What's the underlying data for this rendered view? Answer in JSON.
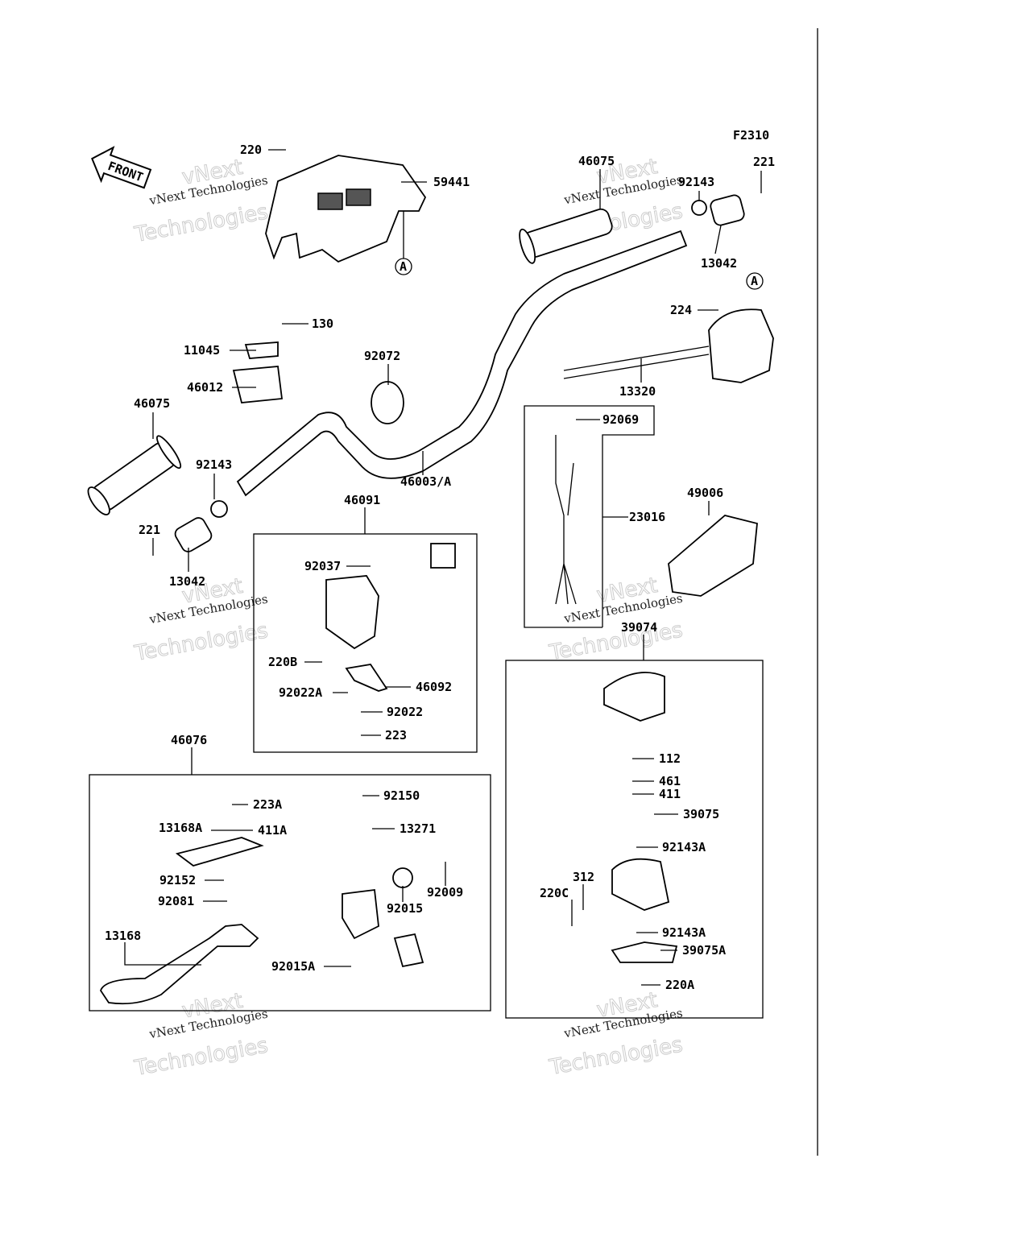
{
  "diagram": {
    "code": "F2310",
    "front_label": "FRONT",
    "ref_marker": "A",
    "watermark_line1": "vNext Technologies",
    "watermark_line2": "Technologies",
    "watermark_top": "vNext",
    "parts": {
      "p220": "220",
      "p59441": "59441",
      "p46075a": "46075",
      "p92143a": "92143",
      "p221a": "221",
      "p13042a": "13042",
      "p224": "224",
      "p130": "130",
      "p11045": "11045",
      "p92072": "92072",
      "p46012": "46012",
      "p13320": "13320",
      "p92069": "92069",
      "p46075b": "46075",
      "p92143b": "92143",
      "p46003A": "46003/A",
      "p49006": "49006",
      "p23016": "23016",
      "p46091": "46091",
      "p221b": "221",
      "p13042b": "13042",
      "p92037": "92037",
      "p39074": "39074",
      "p220B": "220B",
      "p46092": "46092",
      "p92022A": "92022A",
      "p92022": "92022",
      "p223": "223",
      "p46076": "46076",
      "p112": "112",
      "p461": "461",
      "p411": "411",
      "p39075": "39075",
      "p223A": "223A",
      "p92150": "92150",
      "p13168A": "13168A",
      "p411A": "411A",
      "p13271": "13271",
      "p92143A1": "92143A",
      "p92152": "92152",
      "p312": "312",
      "p92081": "92081",
      "p92009": "92009",
      "p92015": "92015",
      "p220C": "220C",
      "p13168": "13168",
      "p92143A2": "92143A",
      "p39075A": "39075A",
      "p92015A": "92015A",
      "p220A": "220A"
    }
  }
}
